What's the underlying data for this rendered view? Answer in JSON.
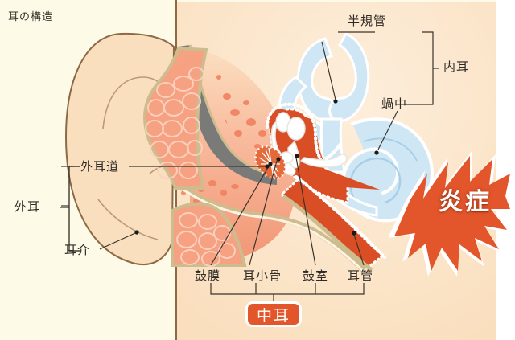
{
  "figure": {
    "title": "耳の構造",
    "background_outside_head": "#fdfbe8",
    "background_inside_head": "#fadfbe",
    "accent_inflamed": "#e3562c",
    "cartilage": "#f5a182",
    "bone_outline": "#cdbd8e",
    "inner_ear_blue": "#cfe6f5"
  },
  "labels": {
    "semicircular_canals": "半規管",
    "cochlea": "蝸中",
    "inner_ear": "内耳",
    "ear_canal": "外耳道",
    "outer_ear": "外耳",
    "auricle": "耳介",
    "eardrum": "鼓膜",
    "ossicles": "耳小骨",
    "tympanic_cavity": "鼓室",
    "eustachian_tube": "耳管",
    "middle_ear": "中耳",
    "inflammation": "炎症"
  },
  "annotations": {
    "burst_label": "炎症",
    "middle_ear_badge": "中耳"
  }
}
